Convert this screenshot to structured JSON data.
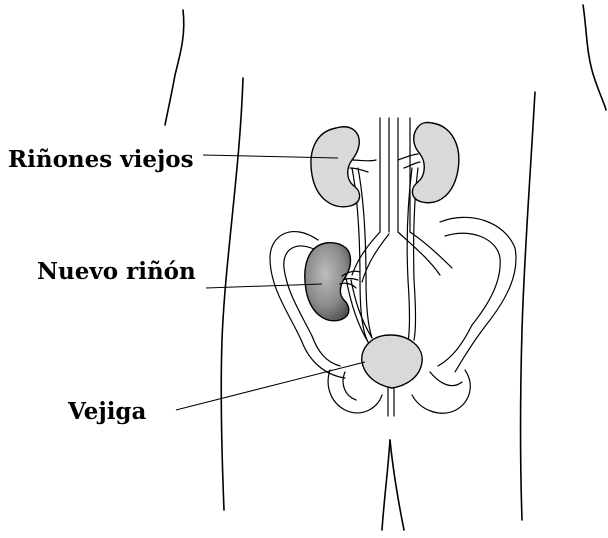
{
  "labels": {
    "old_kidneys": "Riñones viejos",
    "new_kidney": "Nuevo riñón",
    "bladder": "Vejiga"
  },
  "colors": {
    "old_kidney_fill": "#d9d9d9",
    "new_kidney_fill": "#8a8a8a",
    "bladder_fill": "#d9d9d9",
    "outline": "#000000",
    "background": "#ffffff"
  }
}
